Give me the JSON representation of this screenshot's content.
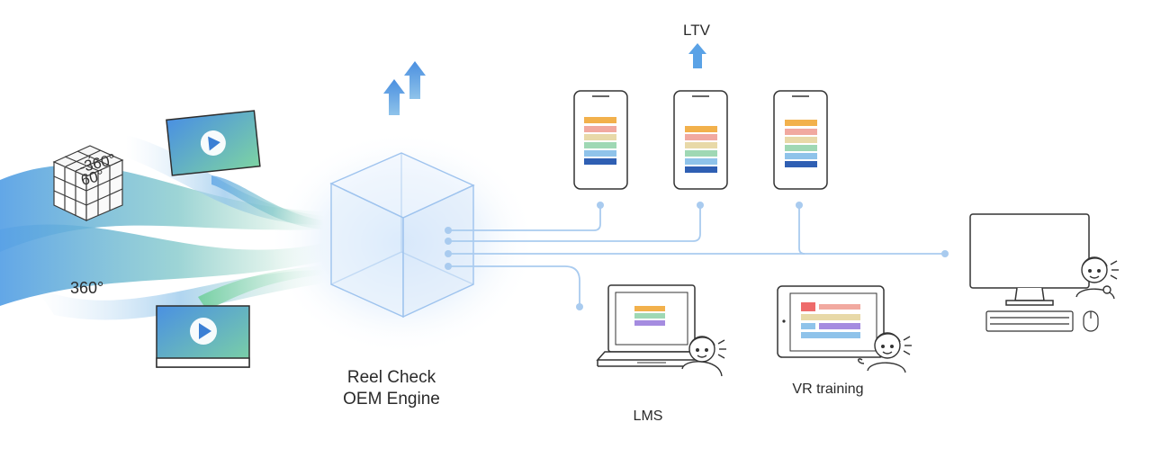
{
  "labels": {
    "engine_line1": "Reel Check",
    "engine_line2": "OEM Engine",
    "ltv": "LTV",
    "lms": "LMS",
    "vr_training": "VR training",
    "input_360": "360°",
    "cube_text_a": "-3́60°",
    "cube_text_b": "60°"
  },
  "colors": {
    "accent_blue": "#5aa2e6",
    "accent_green": "#6fcf9a",
    "connector": "#a9cbef",
    "outline": "#3a3a3a",
    "stripe_orange": "#f2b14c",
    "stripe_pink": "#f1a9a0",
    "stripe_beige": "#e8d9a8",
    "stripe_green": "#9fd8b4",
    "stripe_lightblue": "#8fc3ea",
    "stripe_navy": "#2f5fb3",
    "stripe_purple": "#a58ce0",
    "stripe_red": "#ee6b6b"
  },
  "icons": [
    "cube-360-icon",
    "video-card-icon",
    "play-icon",
    "engine-cube-icon",
    "up-arrow-icon",
    "smartphone-icon",
    "laptop-icon",
    "tablet-icon",
    "desktop-monitor-icon",
    "keyboard-icon",
    "mouse-icon",
    "person-icon"
  ]
}
